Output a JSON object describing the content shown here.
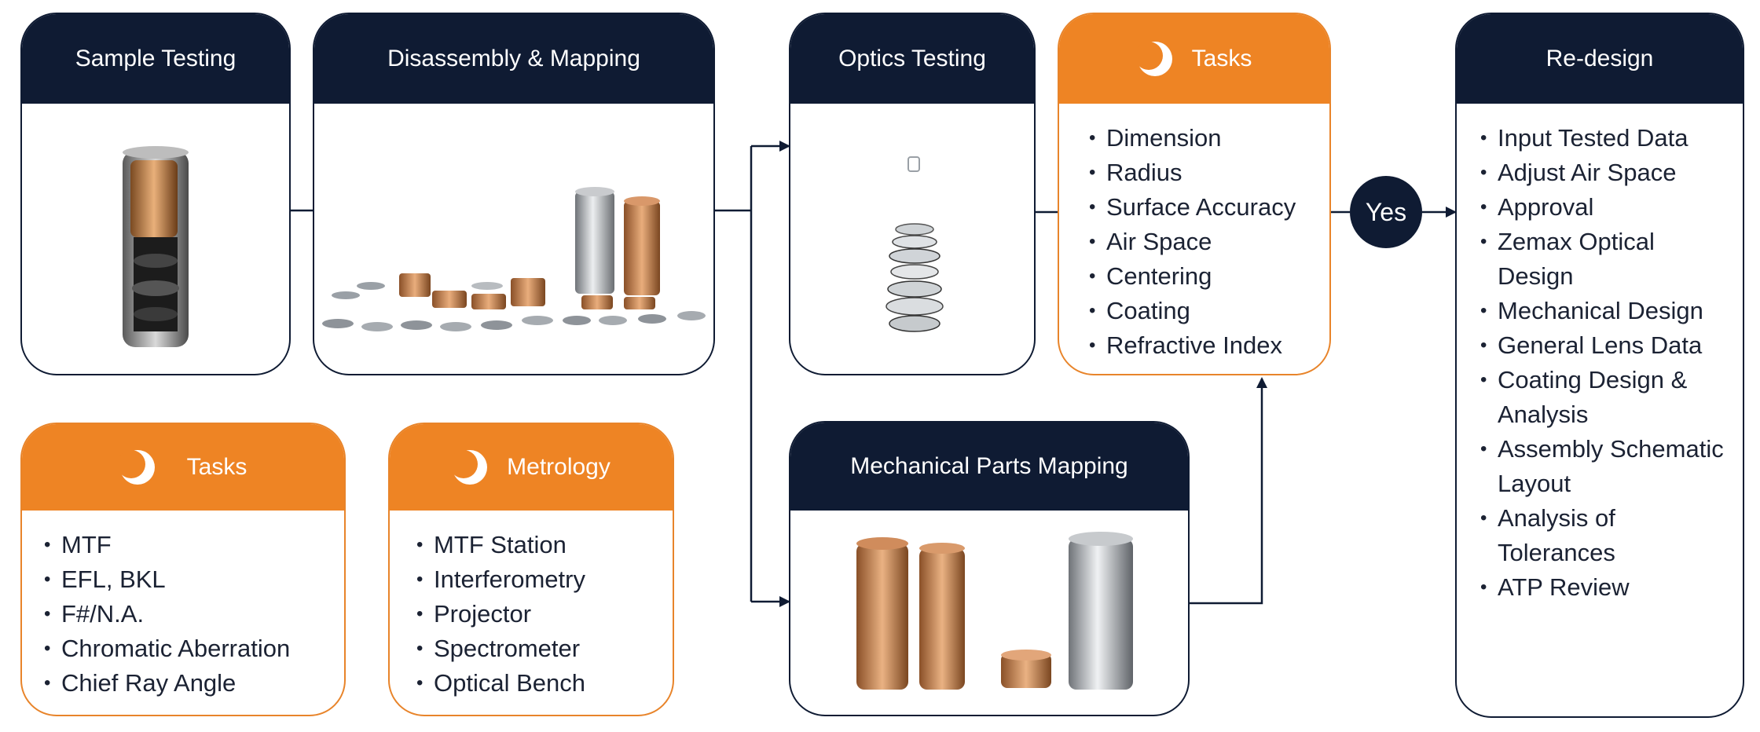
{
  "sample_testing": {
    "title": "Sample Testing"
  },
  "disassembly": {
    "title": "Disassembly & Mapping"
  },
  "optics_testing": {
    "title": "Optics Testing"
  },
  "optics_tasks": {
    "title": "Tasks",
    "items": [
      "Dimension",
      "Radius",
      "Surface Accuracy",
      "Air Space",
      "Centering",
      "Coating",
      "Refractive Index"
    ]
  },
  "yes_label": "Yes",
  "redesign": {
    "title": "Re-design",
    "items": [
      "Input Tested Data",
      "Adjust Air Space",
      "Approval",
      "Zemax Optical Design",
      "Mechanical Design",
      "General Lens Data",
      "Coating Design & Analysis",
      "Assembly Schematic Layout",
      "Analysis of Tolerances",
      "ATP Review"
    ]
  },
  "sample_tasks": {
    "title": "Tasks",
    "items": [
      "MTF",
      "EFL, BKL",
      "F#/N.A.",
      "Chromatic Aberration",
      "Chief Ray Angle"
    ]
  },
  "metrology": {
    "title": "Metrology",
    "items": [
      "MTF Station",
      "Interferometry",
      "Projector",
      "Spectrometer",
      "Optical Bench"
    ]
  },
  "mechanical_mapping": {
    "title": "Mechanical Parts Mapping"
  },
  "colors": {
    "navy": "#0f1b33",
    "orange": "#ee8424",
    "copper": "#c9855a",
    "steel": "#a8acb2"
  },
  "icons": {
    "task_logo": "half-moon-logo-icon"
  }
}
